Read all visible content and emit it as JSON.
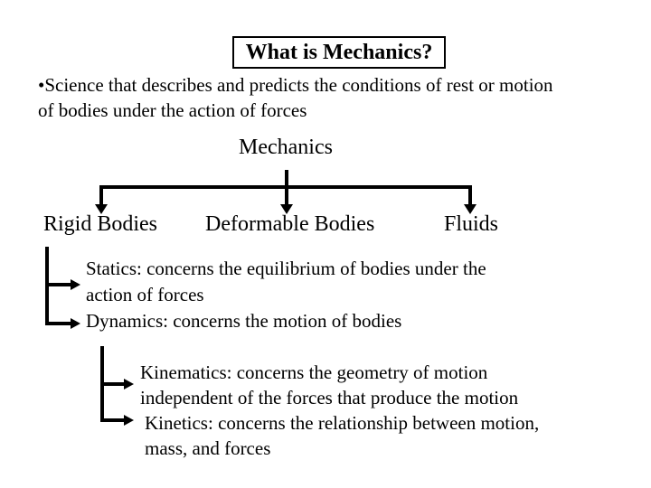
{
  "slide": {
    "title": "What is Mechanics?",
    "bullet": {
      "lines": [
        "•Science that describes and predicts the conditions of rest or motion",
        "of bodies under the action of forces"
      ]
    },
    "tree": {
      "root": "Mechanics",
      "branches": [
        "Rigid Bodies",
        "Deformable Bodies",
        "Fluids"
      ]
    },
    "rigid_bodies_branch": {
      "lines": [
        "Statics: concerns the equilibrium of bodies under the",
        "action of forces",
        "Dynamics: concerns the motion of bodies"
      ]
    },
    "dynamics_branch": {
      "lines": [
        "Kinematics: concerns the geometry of motion",
        "independent of the forces that produce the motion",
        "Kinetics: concerns the relationship between motion,",
        "mass, and forces"
      ]
    },
    "colors": {
      "background": "#ffffff",
      "text": "#000000",
      "line": "#000000"
    }
  }
}
